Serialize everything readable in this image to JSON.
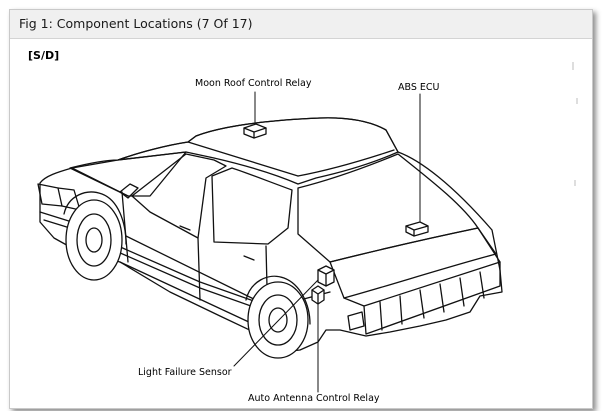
{
  "window": {
    "title": "Fig 1: Component Locations (7 Of 17)"
  },
  "diagram": {
    "variant_label": "[S/D]",
    "labels": {
      "moon_roof_control_relay": "Moon Roof Control Relay",
      "abs_ecu": "ABS ECU",
      "light_failure_sensor": "Light Failure Sensor",
      "auto_antenna_control_relay": "Auto Antenna Control Relay"
    }
  }
}
